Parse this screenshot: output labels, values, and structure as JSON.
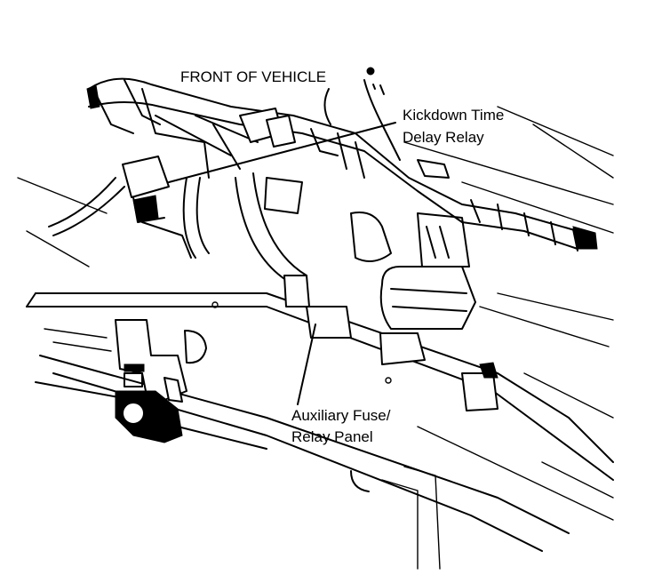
{
  "labels": {
    "front_of_vehicle": "FRONT OF VEHICLE",
    "kickdown_line1": "Kickdown Time",
    "kickdown_line2": "Delay Relay",
    "aux_line1": "Auxiliary Fuse/",
    "aux_line2": "Relay Panel"
  },
  "colors": {
    "ink": "#000000",
    "paper": "#ffffff"
  }
}
